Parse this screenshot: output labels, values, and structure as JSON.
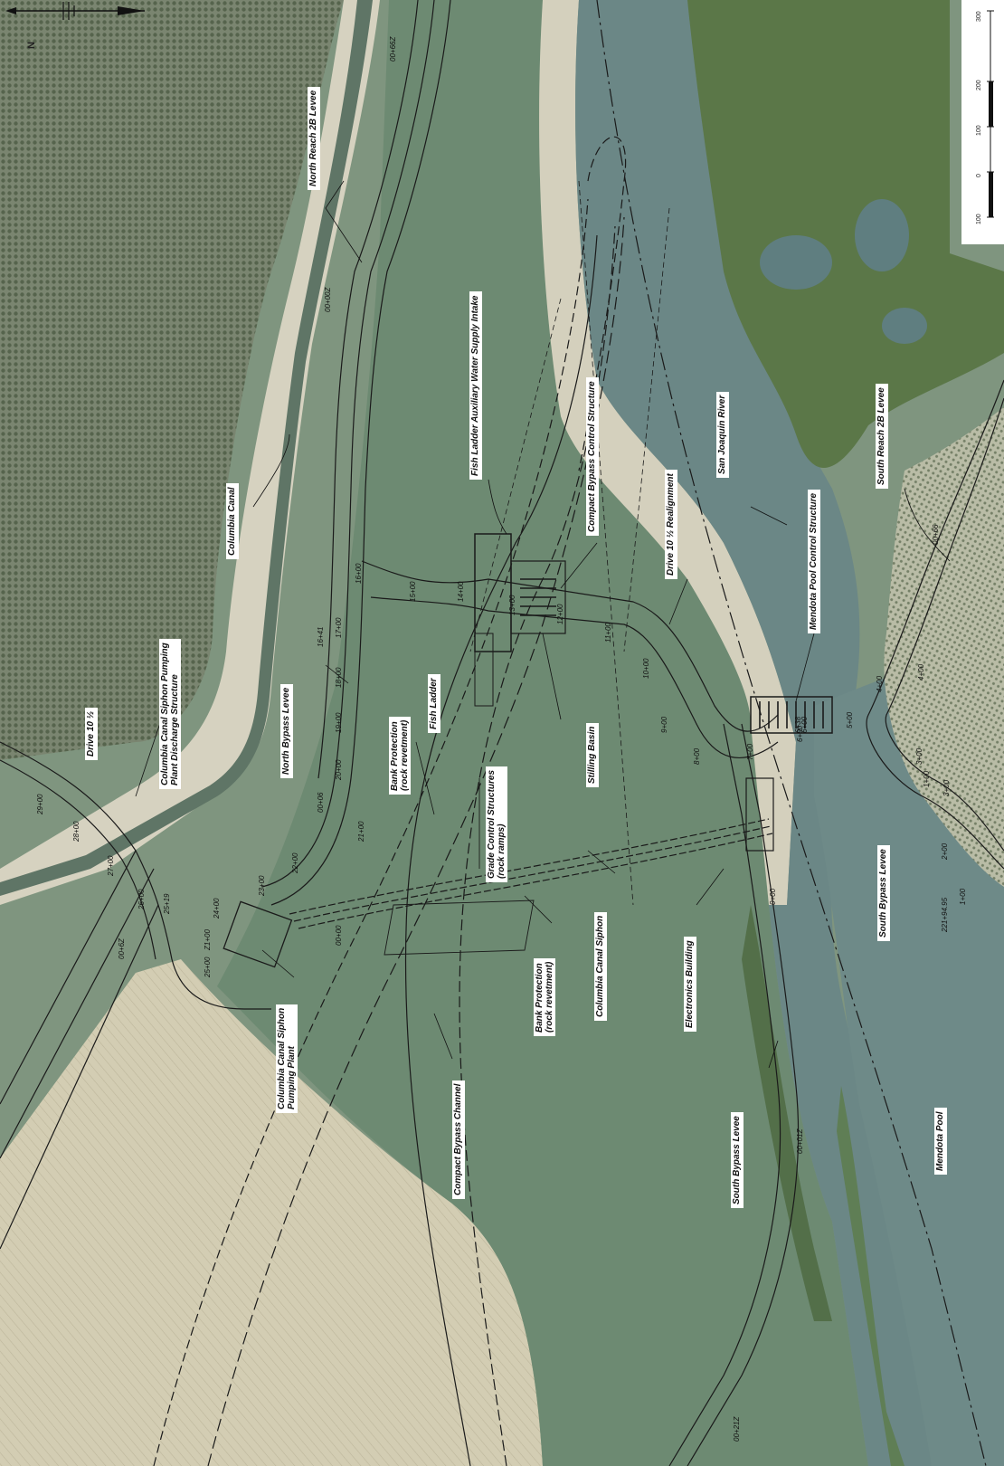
{
  "labels": {
    "north_reach_2b_levee": "North Reach 2B Levee",
    "columbia_canal": "Columbia Canal",
    "fish_ladder_intake": "Fish Ladder Auxiliary Water Supply Intake",
    "compact_bypass_control": "Compact Bypass Control Structure",
    "drive_10_realignment": "Drive 10 ½ Realignment",
    "san_joaquin_river": "San Joaquin River",
    "mendota_pool_control": "Mendota Pool Control Structure",
    "south_reach_2b_levee": "South Reach 2B Levee",
    "drive_10": "Drive 10 ½",
    "pumping_discharge": [
      "Columbia Canal Siphon Pumping",
      "Plant Discharge Structure"
    ],
    "north_bypass_levee": "North Bypass Levee",
    "bank_protection_1": [
      "Bank Protection",
      "(rock revetment)"
    ],
    "fish_ladder": "Fish Ladder",
    "grade_control": [
      "Grade Control Structures",
      "(rock ramps)"
    ],
    "stilling_basin": "Stilling Basin",
    "south_bypass_levee_right": "South Bypass Levee",
    "bank_protection_2": [
      "Bank Protection",
      "(rock revetment)"
    ],
    "columbia_siphon": "Columbia Canal Siphon",
    "electronics_building": "Electronics Building",
    "pumping_plant": [
      "Columbia Canal Siphon",
      "Pumping Plant"
    ],
    "compact_bypass_channel": "Compact Bypass Channel",
    "south_bypass_levee_bottom": "South Bypass Levee",
    "mendota_pool": "Mendota Pool"
  },
  "stations": [
    "00+66Z",
    "00+00Z",
    "16+00",
    "15+00",
    "14+00",
    "13+00",
    "12+00",
    "11+00",
    "10+00",
    "9+00",
    "8+00",
    "7+00",
    "6+00",
    "5+00",
    "4+00",
    "3+00",
    "4+00",
    "3+00",
    "2+00",
    "1+00",
    "0+00",
    "17+00",
    "18+00",
    "19+00",
    "20+00",
    "21+00",
    "22+00",
    "23+00",
    "24+00",
    "25+00",
    "26+00",
    "27+00",
    "28+00",
    "29+00",
    "16+41",
    "25+19",
    "00+6Z",
    "00+66",
    "6+00",
    "1+00",
    "221+94.95",
    "00+00",
    "Z1+00",
    "6+38",
    "00+21Z",
    "00+01Z",
    "00+06"
  ],
  "scale_ticks": [
    "100",
    "0",
    "100",
    "200",
    "300"
  ],
  "north_arrow": "N",
  "colors": {
    "orchard": "#707d66",
    "field": "#cfc9b0",
    "bypass_green": "#6f8a73",
    "river": "#6a8585",
    "wetland": "#5e7a4e",
    "sand": "#d8d3c0",
    "linework": "#1a1a1a"
  }
}
